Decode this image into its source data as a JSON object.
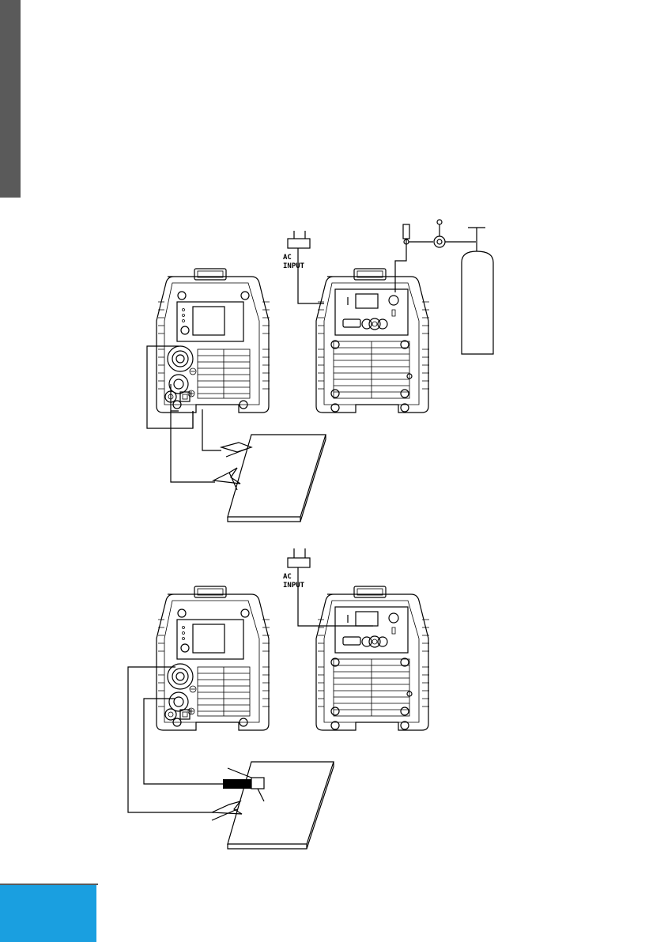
{
  "labels": {
    "top_ac": "AC",
    "top_input": "INPUT",
    "bottom_ac": "AC",
    "bottom_input": "INPUT"
  },
  "colors": {
    "side_tab": "#5a5a5a",
    "bottom_bar": "#1a9fe0",
    "line": "#000000"
  }
}
